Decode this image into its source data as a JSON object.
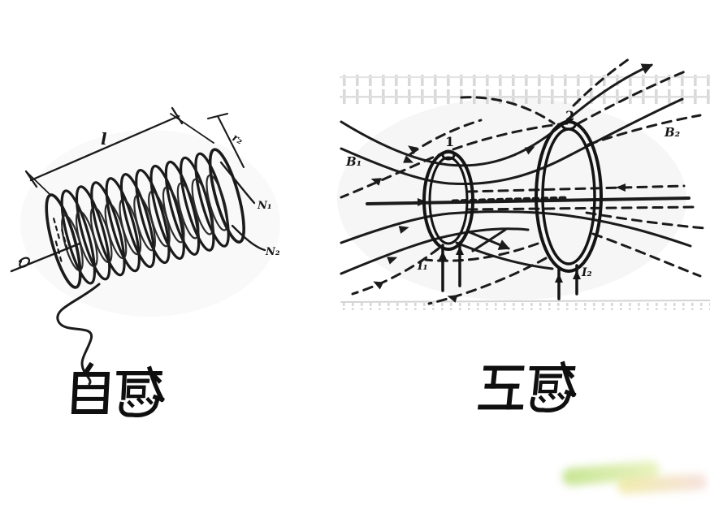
{
  "figure": {
    "left": {
      "caption": "自感",
      "labels": {
        "length": "l",
        "radius": "r₂",
        "winding1": "N₁",
        "winding2": "N₂"
      }
    },
    "right": {
      "caption": "互感",
      "labels": {
        "loop1": "1",
        "loop2": "2",
        "field1": "B₁",
        "field2": "B₂",
        "current1": "I₁",
        "current2": "I₂"
      }
    },
    "colors": {
      "ink": "#1b1b1b",
      "paper": "#ffffff",
      "scan_edge": "#d6d6d6",
      "watermark_green": "#b8dc6e",
      "watermark_yellow": "#e9e07a"
    }
  }
}
